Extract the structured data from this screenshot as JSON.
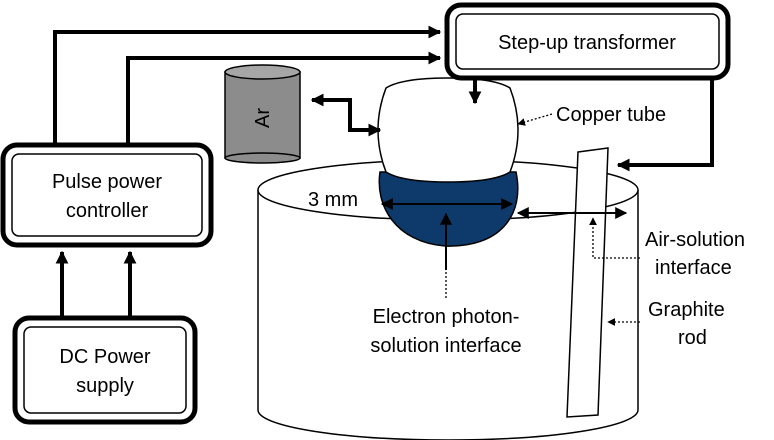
{
  "boxes": {
    "transformer": "Step-up transformer",
    "pulse_line1": "Pulse power",
    "pulse_line2": "controller",
    "dc_line1": "DC Power",
    "dc_line2": "supply"
  },
  "labels": {
    "ar": "Ar",
    "copper_tube": "Copper tube",
    "gap": "3 mm",
    "air_solution_1": "Air-solution",
    "air_solution_2": "interface",
    "electron_1": "Electron photon-",
    "electron_2": "solution interface",
    "graphite_1": "Graphite",
    "graphite_2": "rod"
  },
  "colors": {
    "plasma": "#0e3a6b",
    "gas_cylinder": "#8c8c8c",
    "line": "#000000"
  }
}
